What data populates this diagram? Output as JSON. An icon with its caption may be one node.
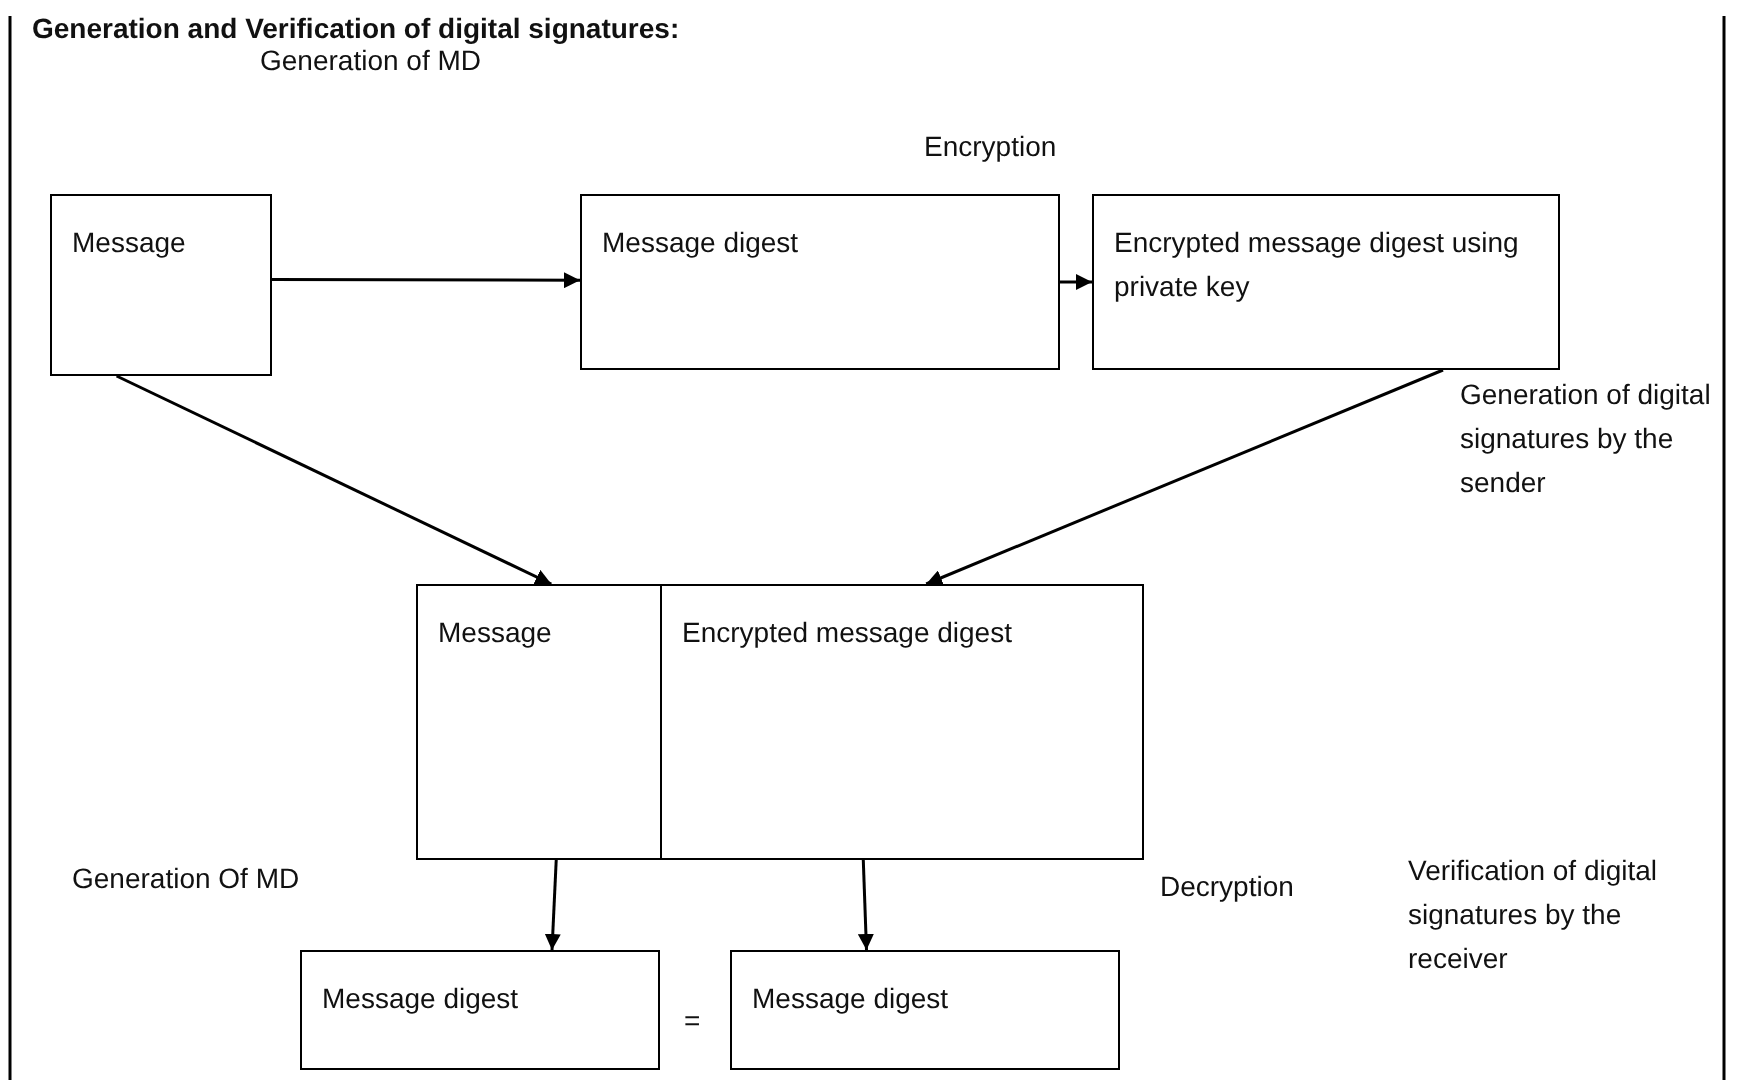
{
  "diagram": {
    "title": "Generation and Verification of digital signatures:",
    "nodes": [
      {
        "text": [
          "Message"
        ]
      },
      {
        "text": [
          "Message digest"
        ]
      },
      {
        "text": [
          "Encrypted message digest using private key"
        ]
      },
      {
        "text": [
          "Message"
        ]
      },
      {
        "text": [
          "Encrypted message digest"
        ]
      },
      {
        "text": [
          "Message digest"
        ]
      },
      {
        "text": [
          "Message digest"
        ]
      }
    ],
    "edges": [
      {
        "from": 0,
        "to": 1,
        "arrow": "to"
      },
      {
        "from": 1,
        "to": 2,
        "arrow": "to"
      },
      {
        "from": 0,
        "to": 3,
        "arrow": "to"
      },
      {
        "from": 2,
        "to": 4,
        "arrow": "to"
      },
      {
        "from": 3,
        "to": 5,
        "arrow": "to"
      },
      {
        "from": 4,
        "to": 6,
        "arrow": "to"
      }
    ],
    "labels": [
      "Generation of MD",
      "Encryption",
      "Generation of digital signatures by the sender",
      "Generation Of MD",
      "Decryption",
      "Verification of digital signatures by the receiver",
      "="
    ]
  }
}
